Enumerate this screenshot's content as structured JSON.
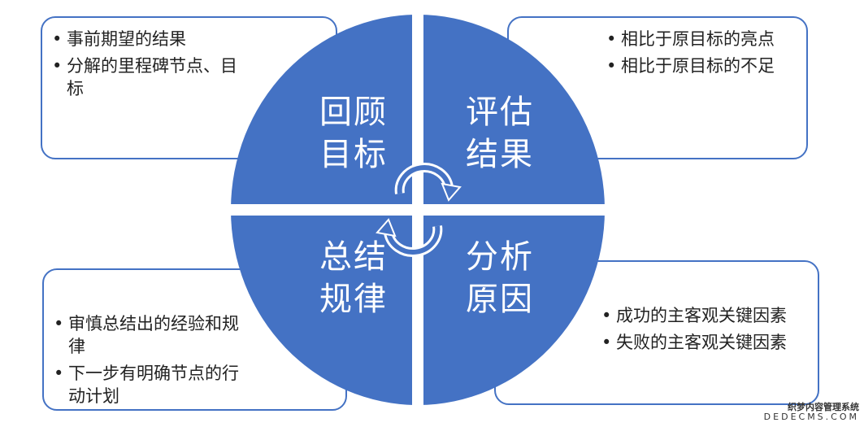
{
  "colors": {
    "accent": "#4472C4",
    "text": "#222222",
    "label": "#ffffff"
  },
  "notes": {
    "top_left": {
      "items": [
        "事前期望的结果",
        "分解的里程碑节点、目标"
      ]
    },
    "top_right": {
      "items": [
        "相比于原目标的亮点",
        "相比于原目标的不足"
      ]
    },
    "bottom_left": {
      "items": [
        "审慎总结出的经验和规律",
        "下一步有明确节点的行动计划"
      ]
    },
    "bottom_right": {
      "items": [
        "成功的主客观关键因素",
        "失败的主客观关键因素"
      ]
    }
  },
  "quadrants": {
    "top_left": {
      "line1": "回顾",
      "line2": "目标"
    },
    "top_right": {
      "line1": "评估",
      "line2": "结果"
    },
    "bottom_left": {
      "line1": "总结",
      "line2": "规律"
    },
    "bottom_right": {
      "line1": "分析",
      "line2": "原因"
    }
  },
  "cycle_icons": [
    "cycle-arrow-top",
    "cycle-arrow-bottom"
  ],
  "watermark": {
    "line1": "织梦内容管理系统",
    "line2": "DEDECMS.COM"
  }
}
